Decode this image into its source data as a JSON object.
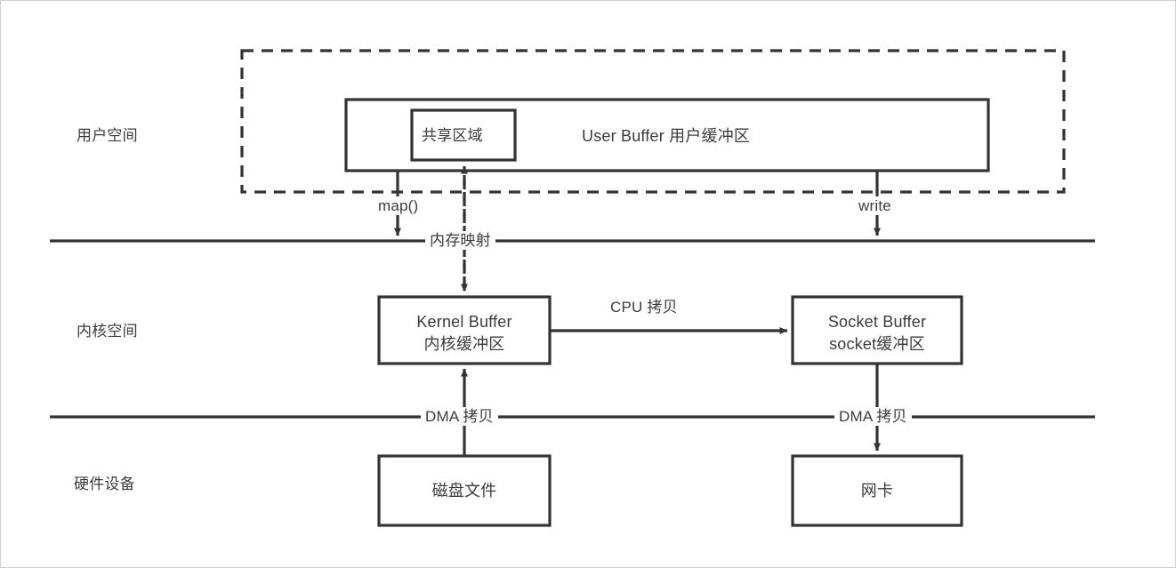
{
  "diagram": {
    "title_present": false,
    "type": "mmap-write-zero-copy-dataflow",
    "colors": {
      "stroke": "#333333",
      "text": "#3b3b3b",
      "background": "#ffffff",
      "page_border": "#d0d0d0"
    },
    "zones": [
      {
        "id": "user-space",
        "label": "用户空间"
      },
      {
        "id": "kernel-space",
        "label": "内核空间"
      },
      {
        "id": "hardware",
        "label": "硬件设备"
      }
    ],
    "boxes": [
      {
        "id": "user-buffer",
        "line1": "User Buffer 用户缓冲区",
        "line2": ""
      },
      {
        "id": "shared-area",
        "line1": "共享区域",
        "line2": ""
      },
      {
        "id": "kernel-buffer",
        "line1": "Kernel Buffer",
        "line2": "内核缓冲区"
      },
      {
        "id": "socket-buffer",
        "line1": "Socket Buffer",
        "line2": "socket缓冲区"
      },
      {
        "id": "disk-file",
        "line1": "磁盘文件",
        "line2": ""
      },
      {
        "id": "nic",
        "line1": "网卡",
        "line2": ""
      }
    ],
    "edge_labels": [
      {
        "id": "map-call",
        "label": "map()"
      },
      {
        "id": "write-call",
        "label": "write"
      },
      {
        "id": "memory-mapping",
        "label": "内存映射"
      },
      {
        "id": "cpu-copy",
        "label": "CPU 拷贝"
      },
      {
        "id": "dma-copy-read",
        "label": "DMA 拷贝"
      },
      {
        "id": "dma-copy-write",
        "label": "DMA 拷贝"
      }
    ]
  }
}
